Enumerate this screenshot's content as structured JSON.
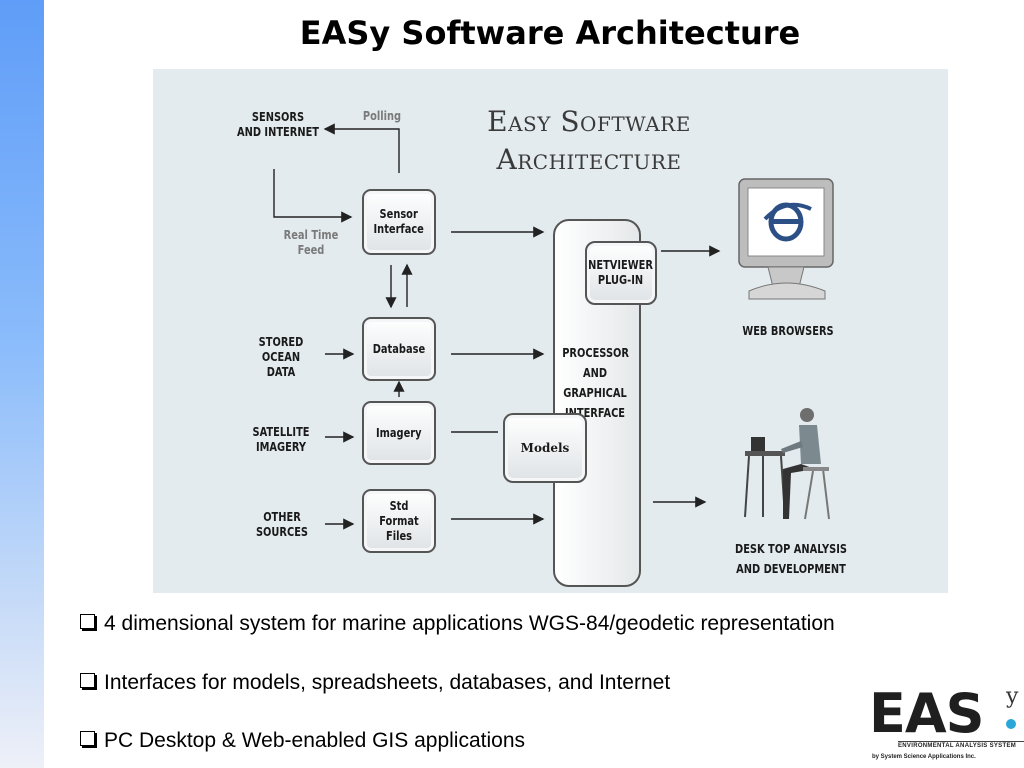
{
  "slide": {
    "title": "EASy Software Architecture"
  },
  "figure": {
    "title_line1": "Easy Software",
    "title_line2": "Architecture",
    "sources": {
      "sensors_internet": [
        "SENSORS",
        "AND INTERNET"
      ],
      "stored_ocean_data": [
        "STORED",
        "OCEAN",
        "DATA"
      ],
      "satellite_imagery": [
        "SATELLITE",
        "IMAGERY"
      ],
      "other_sources": [
        "OTHER",
        "SOURCES"
      ]
    },
    "edge_labels": {
      "polling": "Polling",
      "real_time_feed": "Real Time Feed"
    },
    "boxes": {
      "sensor_interface": [
        "Sensor",
        "Interface"
      ],
      "database": "Database",
      "imagery": "Imagery",
      "std_format_files": [
        "Std Format",
        "Files"
      ],
      "models": "Models",
      "netviewer": [
        "NETVIEWER",
        "PLUG-IN"
      ],
      "processor": [
        "PROCESSOR",
        "AND",
        "GRAPHICAL",
        "INTERFACE"
      ]
    },
    "outputs": {
      "web_browsers": "WEB BROWSERS",
      "desktop": [
        "DESK TOP ANALYSIS",
        "AND DEVELOPMENT"
      ]
    },
    "icons": [
      "web-browser-monitor-icon",
      "desk-user-icon"
    ]
  },
  "bullets": [
    "4 dimensional system for marine applications WGS-84/geodetic representation",
    "Interfaces for models, spreadsheets, databases, and Internet",
    "PC Desktop & Web-enabled GIS applications"
  ],
  "logo": {
    "main": "EAS",
    "superscript": "y",
    "subtitle": "ENVIRONMENTAL ANALYSIS SYSTEM",
    "by_line": "by System Science Applications Inc."
  },
  "colors": {
    "side_strip_top": "#5f9df8",
    "figure_background": "#e3ebee",
    "logo_accent": "#2aa7d8"
  }
}
